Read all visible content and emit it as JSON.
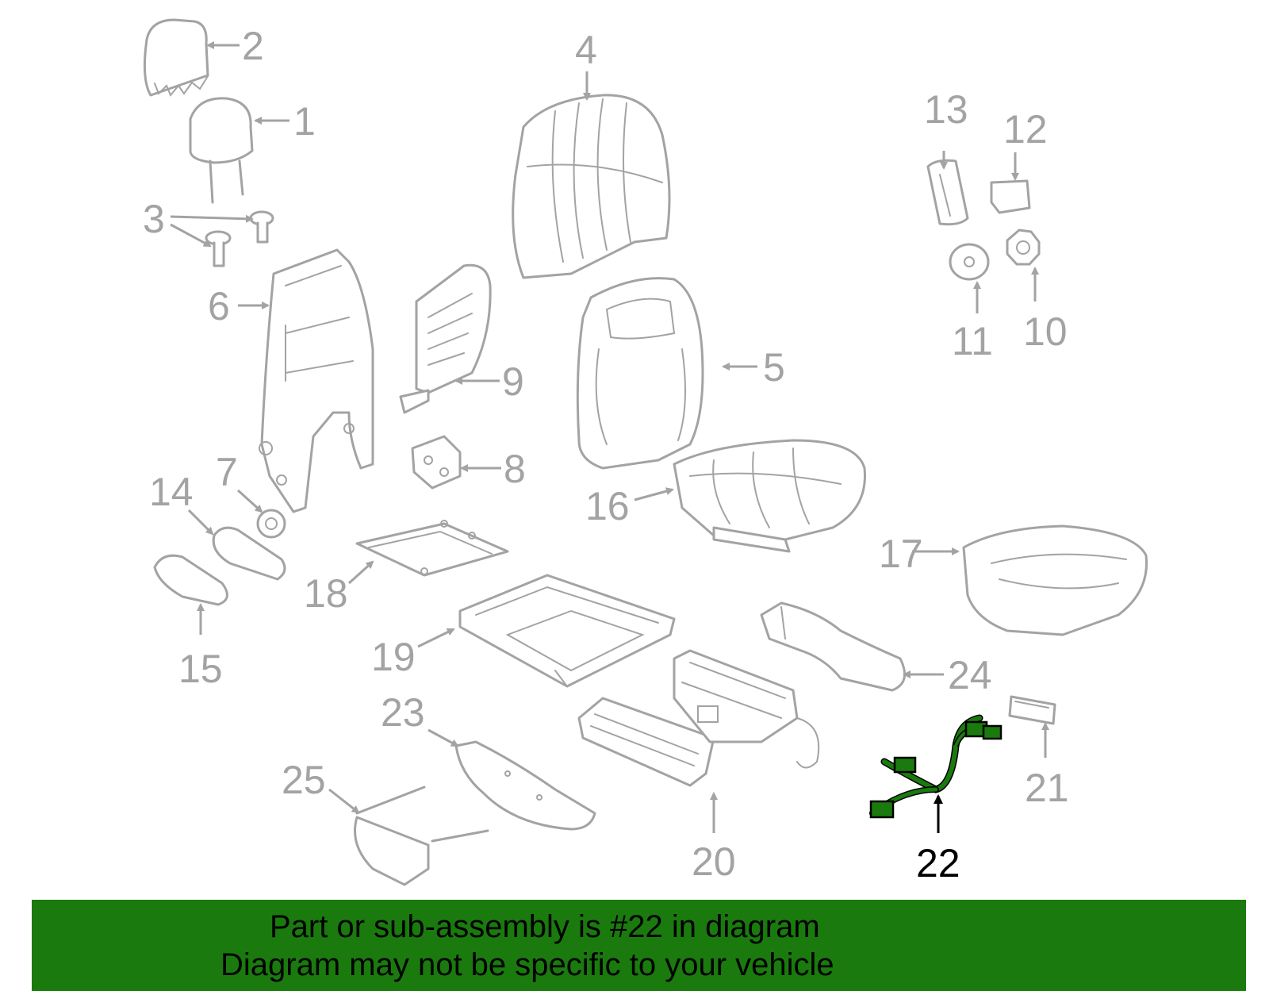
{
  "diagram": {
    "highlight_color": "#1a7a0e",
    "part_color": "#a3a3a3",
    "callouts": [
      "1",
      "2",
      "3",
      "4",
      "5",
      "6",
      "7",
      "8",
      "9",
      "10",
      "11",
      "12",
      "13",
      "14",
      "15",
      "16",
      "17",
      "18",
      "19",
      "20",
      "21",
      "22",
      "23",
      "24",
      "25"
    ],
    "highlighted_callout": "22"
  },
  "banner": {
    "line1": "Part or sub-assembly is #22 in diagram",
    "line2": "Diagram may not be specific to your vehicle",
    "background": "#1a7a0e"
  }
}
